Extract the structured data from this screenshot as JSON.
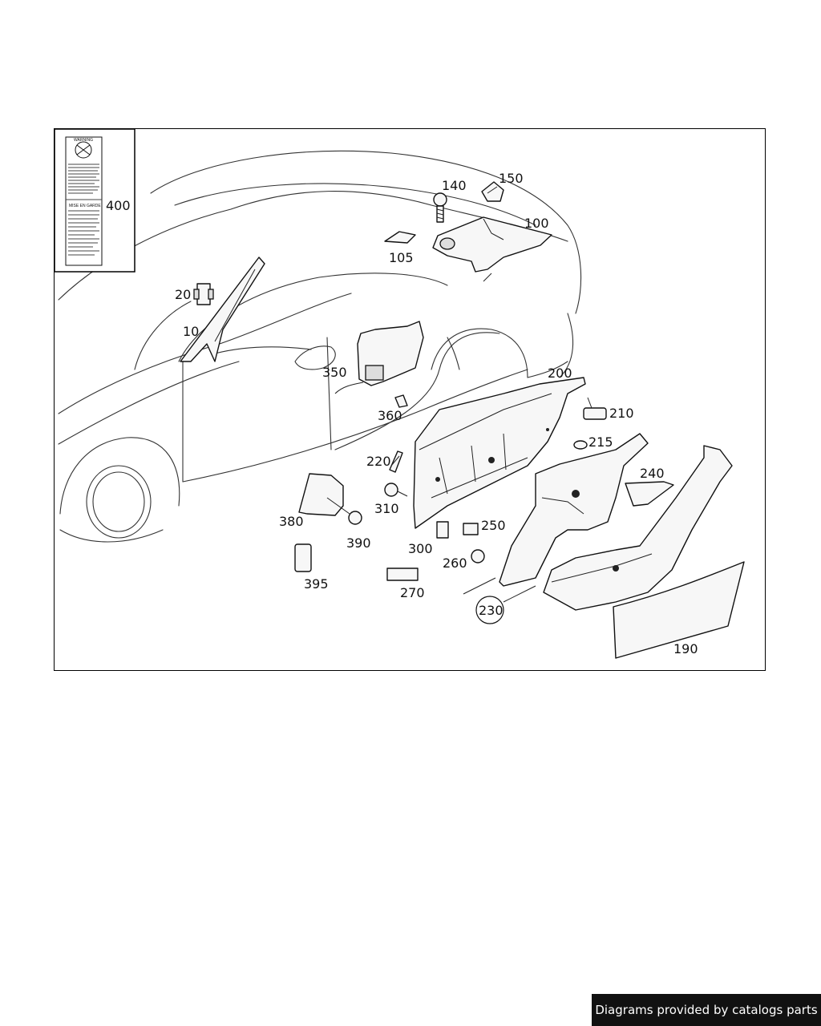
{
  "callouts": {
    "c400": "400",
    "c140": "140",
    "c150": "150",
    "c100": "100",
    "c105": "105",
    "c20": "20",
    "c10": "10",
    "c350": "350",
    "c360": "360",
    "c200": "200",
    "c210": "210",
    "c215": "215",
    "c220": "220",
    "c310": "310",
    "c240": "240",
    "c380": "380",
    "c390": "390",
    "c300": "300",
    "c250": "250",
    "c260": "260",
    "c395": "395",
    "c270": "270",
    "c230": "230",
    "c190": "190"
  },
  "label_sticker": {
    "warning_title": "WARNING",
    "section_title": "MISE EN GARDE"
  },
  "footer": {
    "credit": "Diagrams provided by catalogs parts"
  }
}
